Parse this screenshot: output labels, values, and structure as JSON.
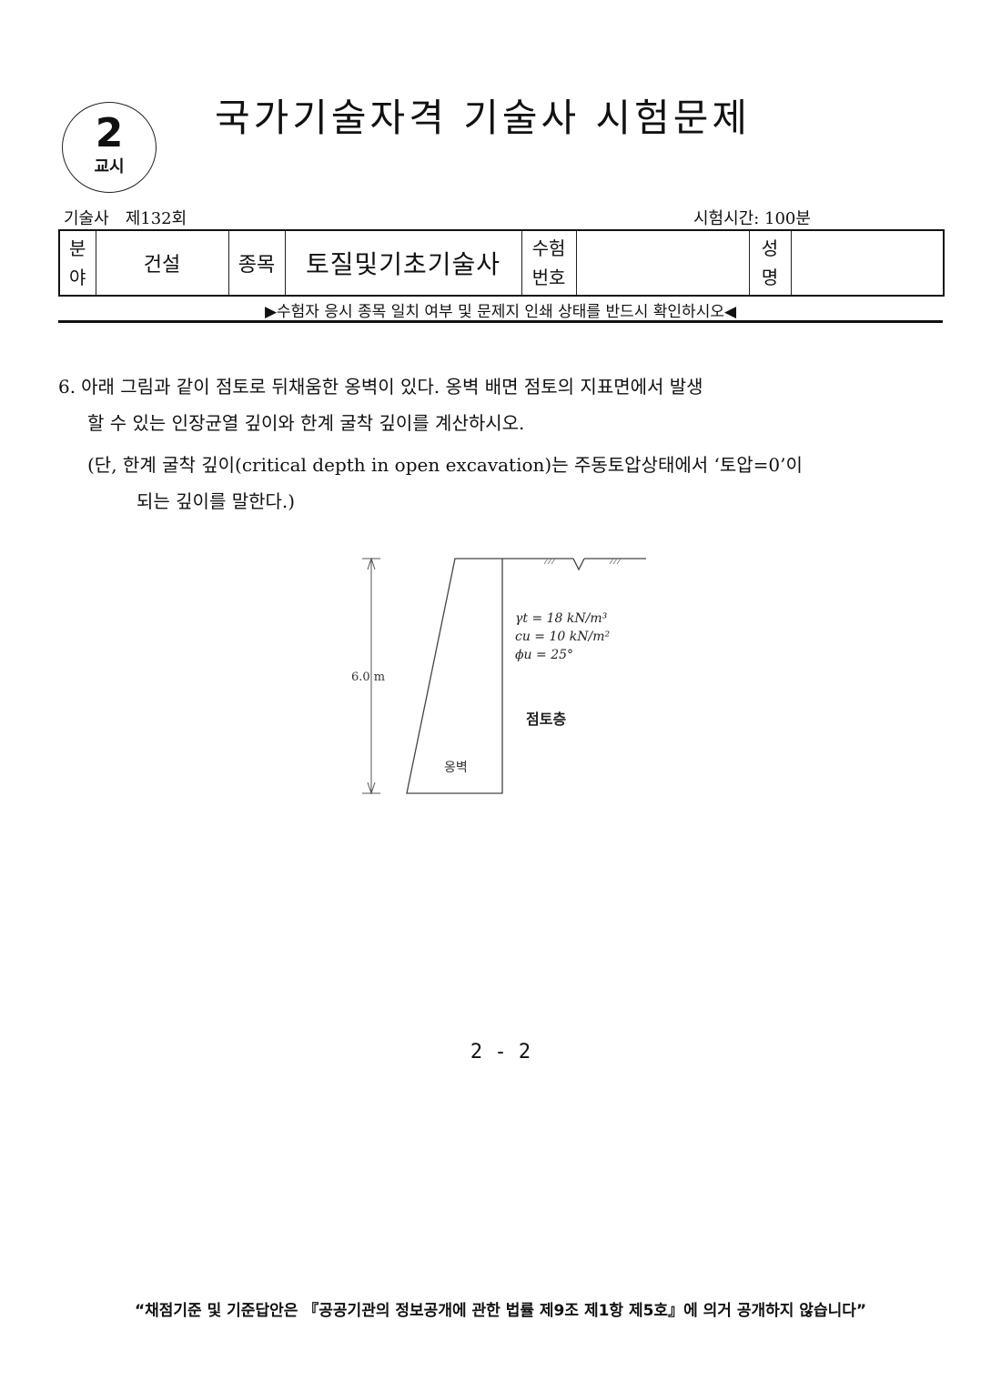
{
  "session": {
    "number": "2",
    "label": "교시"
  },
  "title": "국가기술자격 기술사 시험문제",
  "meta": {
    "category": "기술사",
    "round": "제132회",
    "time": "시험시간: 100분"
  },
  "info_table": {
    "field_label_1": "분",
    "field_label_2": "야",
    "field_value": "건설",
    "item_label": "종목",
    "item_value": "토질및기초기술사",
    "exam_no_label_1": "수험",
    "exam_no_label_2": "번호",
    "exam_no_value": "",
    "name_label_1": "성",
    "name_label_2": "명",
    "name_value": ""
  },
  "notice": "▶수험자 응시 종목 일치 여부 및 문제지 인쇄 상태를 반드시 확인하시오◀",
  "question": {
    "number": "6.",
    "line1": "아래 그림과 같이 점토로 뒤채움한 옹벽이 있다. 옹벽 배면 점토의 지표면에서 발생",
    "line2": "할 수 있는 인장균열 깊이와 한계 굴착 깊이를 계산하시오.",
    "note1": "(단, 한계 굴착 깊이(critical depth in open excavation)는 주동토압상태에서 ‘토압=0’이",
    "note2": "되는 깊이를 말한다.)"
  },
  "figure": {
    "height_label": "6.0 m",
    "gamma_label": "γt = 18 kN/m³",
    "c_label": "cu = 10 kN/m²",
    "phi_label": "ϕu = 25°",
    "soil_label": "점토층",
    "wall_label": "옹벽"
  },
  "page_number": "2 - 2",
  "footer": "“채점기준 및 기준답안은 『공공기관의 정보공개에 관한 법률 제9조 제1항 제5호』에 의거 공개하지 않습니다”"
}
